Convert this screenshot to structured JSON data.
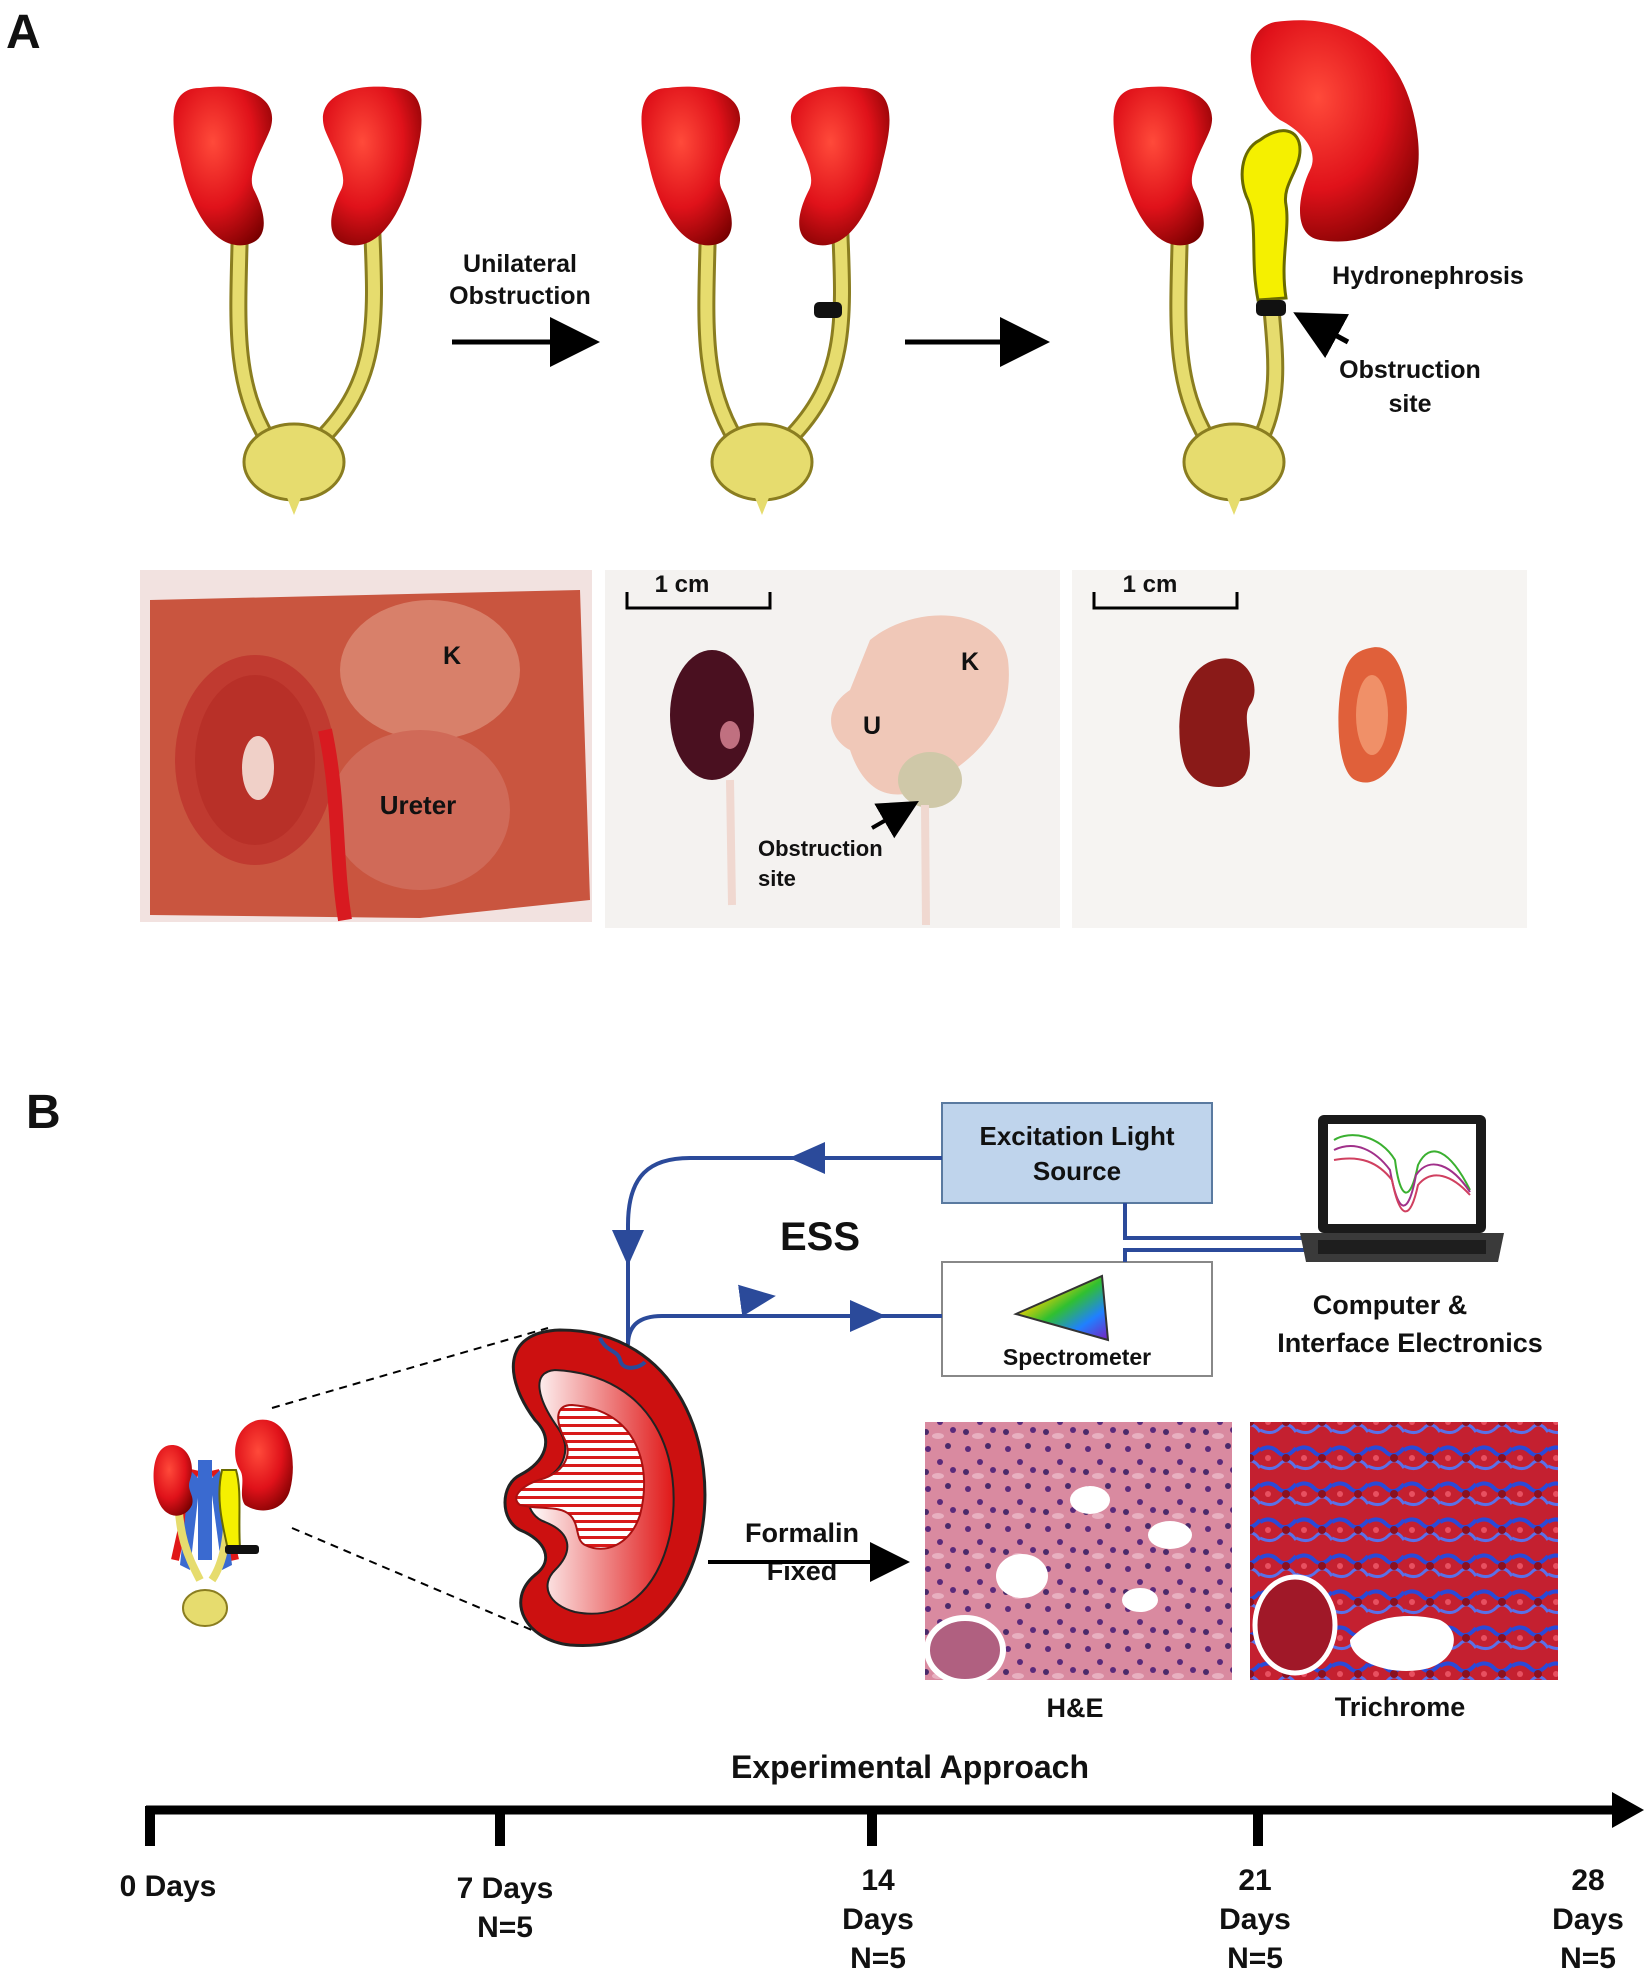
{
  "panel_a": {
    "letter": "A",
    "arrow1_label_line1": "Unilateral",
    "arrow1_label_line2": "Obstruction",
    "hydronephrosis_label": "Hydronephrosis",
    "obstruction_label_line1": "Obstruction",
    "obstruction_label_line2": "site",
    "photo1": {
      "kidney_label": "K",
      "ureter_label": "Ureter"
    },
    "photo2": {
      "scale_label": "1 cm",
      "u_label": "U",
      "k_label": "K",
      "obstruction_label_line1": "Obstruction",
      "obstruction_label_line2": "site"
    },
    "photo3": {
      "scale_label": "1 cm"
    }
  },
  "panel_b": {
    "letter": "B",
    "ess_label": "ESS",
    "light_source_line1": "Excitation Light",
    "light_source_line2": "Source",
    "spectrometer_label": "Spectrometer",
    "computer_line1": "Computer &",
    "computer_line2": "Interface Electronics",
    "formalin_line1": "Formalin",
    "formalin_line2": "Fixed",
    "he_label": "H&E",
    "trichrome_label": "Trichrome",
    "timeline_title": "Experimental Approach",
    "timepoints": [
      {
        "lines": [
          "0 Days"
        ]
      },
      {
        "lines": [
          "7 Days",
          "N=5"
        ]
      },
      {
        "lines": [
          "14",
          "Days",
          "N=5"
        ]
      },
      {
        "lines": [
          "21",
          "Days",
          "N=5"
        ]
      },
      {
        "lines": [
          "28",
          "Days",
          "N=5"
        ]
      }
    ]
  },
  "colors": {
    "kidney_red": "#e0121a",
    "kidney_dark": "#8b0000",
    "ureter_yellow": "#e6dc6e",
    "hydro_yellow": "#f5f000",
    "fiber_blue": "#2b4a9a",
    "box_blue": "#bfd4ec"
  }
}
